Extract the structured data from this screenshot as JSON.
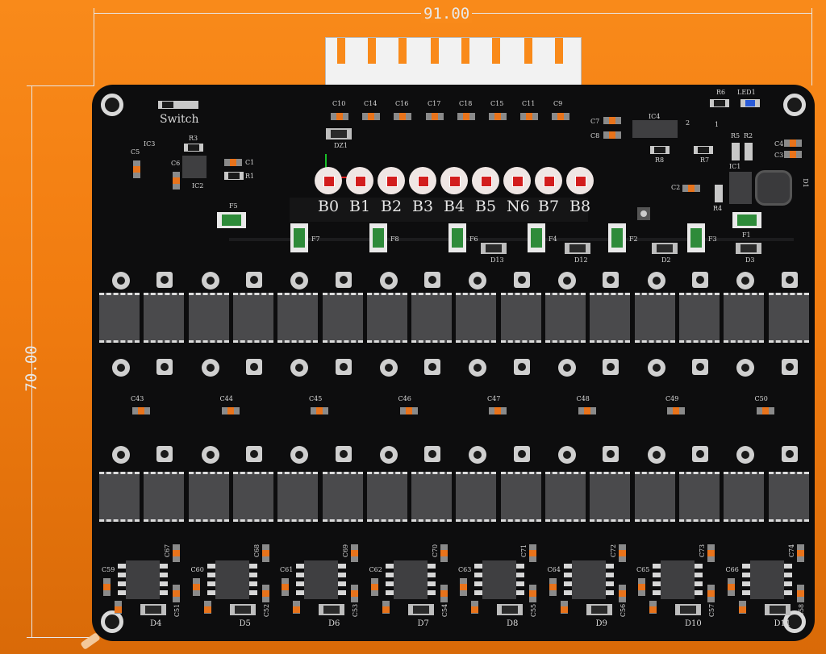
{
  "dimensions": {
    "width": "91.00",
    "height": "70.00"
  },
  "switch_label": "Switch",
  "balance_pads": [
    "B0",
    "B1",
    "B2",
    "B3",
    "B4",
    "B5",
    "N6",
    "B7",
    "B8"
  ],
  "top_caps": [
    "C10",
    "C14",
    "C16",
    "C17",
    "C18",
    "C15",
    "C11",
    "C9"
  ],
  "fuses": [
    "F7",
    "F8",
    "F6",
    "F4",
    "F2",
    "F3"
  ],
  "diodes_mid": [
    "D13",
    "D12",
    "D2",
    "D3"
  ],
  "mid_caps": [
    "C43",
    "C44",
    "C45",
    "C46",
    "C47",
    "C48",
    "C49",
    "C50"
  ],
  "bottom_caps_left": [
    "C59",
    "C60",
    "C61",
    "C62",
    "C63",
    "C64",
    "C65",
    "C66"
  ],
  "bottom_caps_vert": [
    "C67",
    "C68",
    "C69",
    "C70",
    "C71",
    "C72",
    "C73",
    "C74"
  ],
  "bottom_caps_under": [
    "C51",
    "C52",
    "C53",
    "C54",
    "C55",
    "C56",
    "C57",
    "C58"
  ],
  "bottom_diodes": [
    "D4",
    "D5",
    "D6",
    "D7",
    "D8",
    "D9",
    "D10",
    "D11"
  ],
  "misc": {
    "ic3": "IC3",
    "ic2": "IC2",
    "ic4": "IC4",
    "ic1": "IC1",
    "c5": "C5",
    "c6": "C6",
    "r3": "R3",
    "c1": "C1",
    "r1": "R1",
    "dz1": "DZ1",
    "f5": "F5",
    "f1": "F1",
    "r6": "R6",
    "led1": "LED1",
    "c7": "C7",
    "c8": "C8",
    "r8": "R8",
    "r7": "R7",
    "r5": "R5",
    "r2": "R2",
    "c4": "C4",
    "c3": "C3",
    "c2": "C2",
    "r4": "R4",
    "d1": "D1",
    "n2": "2",
    "n1": "1"
  },
  "colors": {
    "background": "#f17c10",
    "board": "#0d0d0e",
    "fuse": "#2e8b3a",
    "cap_band": "#e8731b",
    "led": "#2a5bd8"
  }
}
